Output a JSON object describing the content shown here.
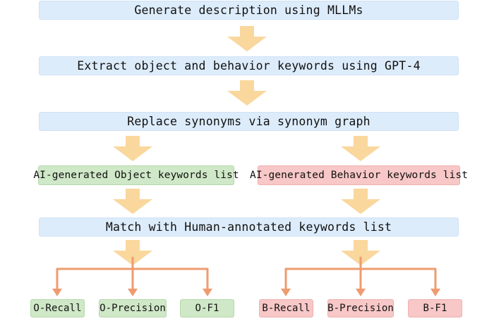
{
  "steps": {
    "generate": "Generate description using MLLMs",
    "extract": "Extract object and behavior keywords using GPT-4",
    "replace": "Replace synonyms via synonym graph",
    "object_list": "AI-generated Object keywords list",
    "behavior_list": "AI-generated Behavior keywords list",
    "match": "Match with Human-annotated keywords list"
  },
  "metrics": {
    "object": [
      "O-Recall",
      "O-Precision",
      "O-F1"
    ],
    "behavior": [
      "B-Recall",
      "B-Precision",
      "B-F1"
    ]
  },
  "colors": {
    "blue_box": "#ddecfb",
    "green_box": "#cfe8c7",
    "red_box": "#f8c7c7",
    "block_arrow": "#f9d79d",
    "connector": "#ef9b6f"
  }
}
